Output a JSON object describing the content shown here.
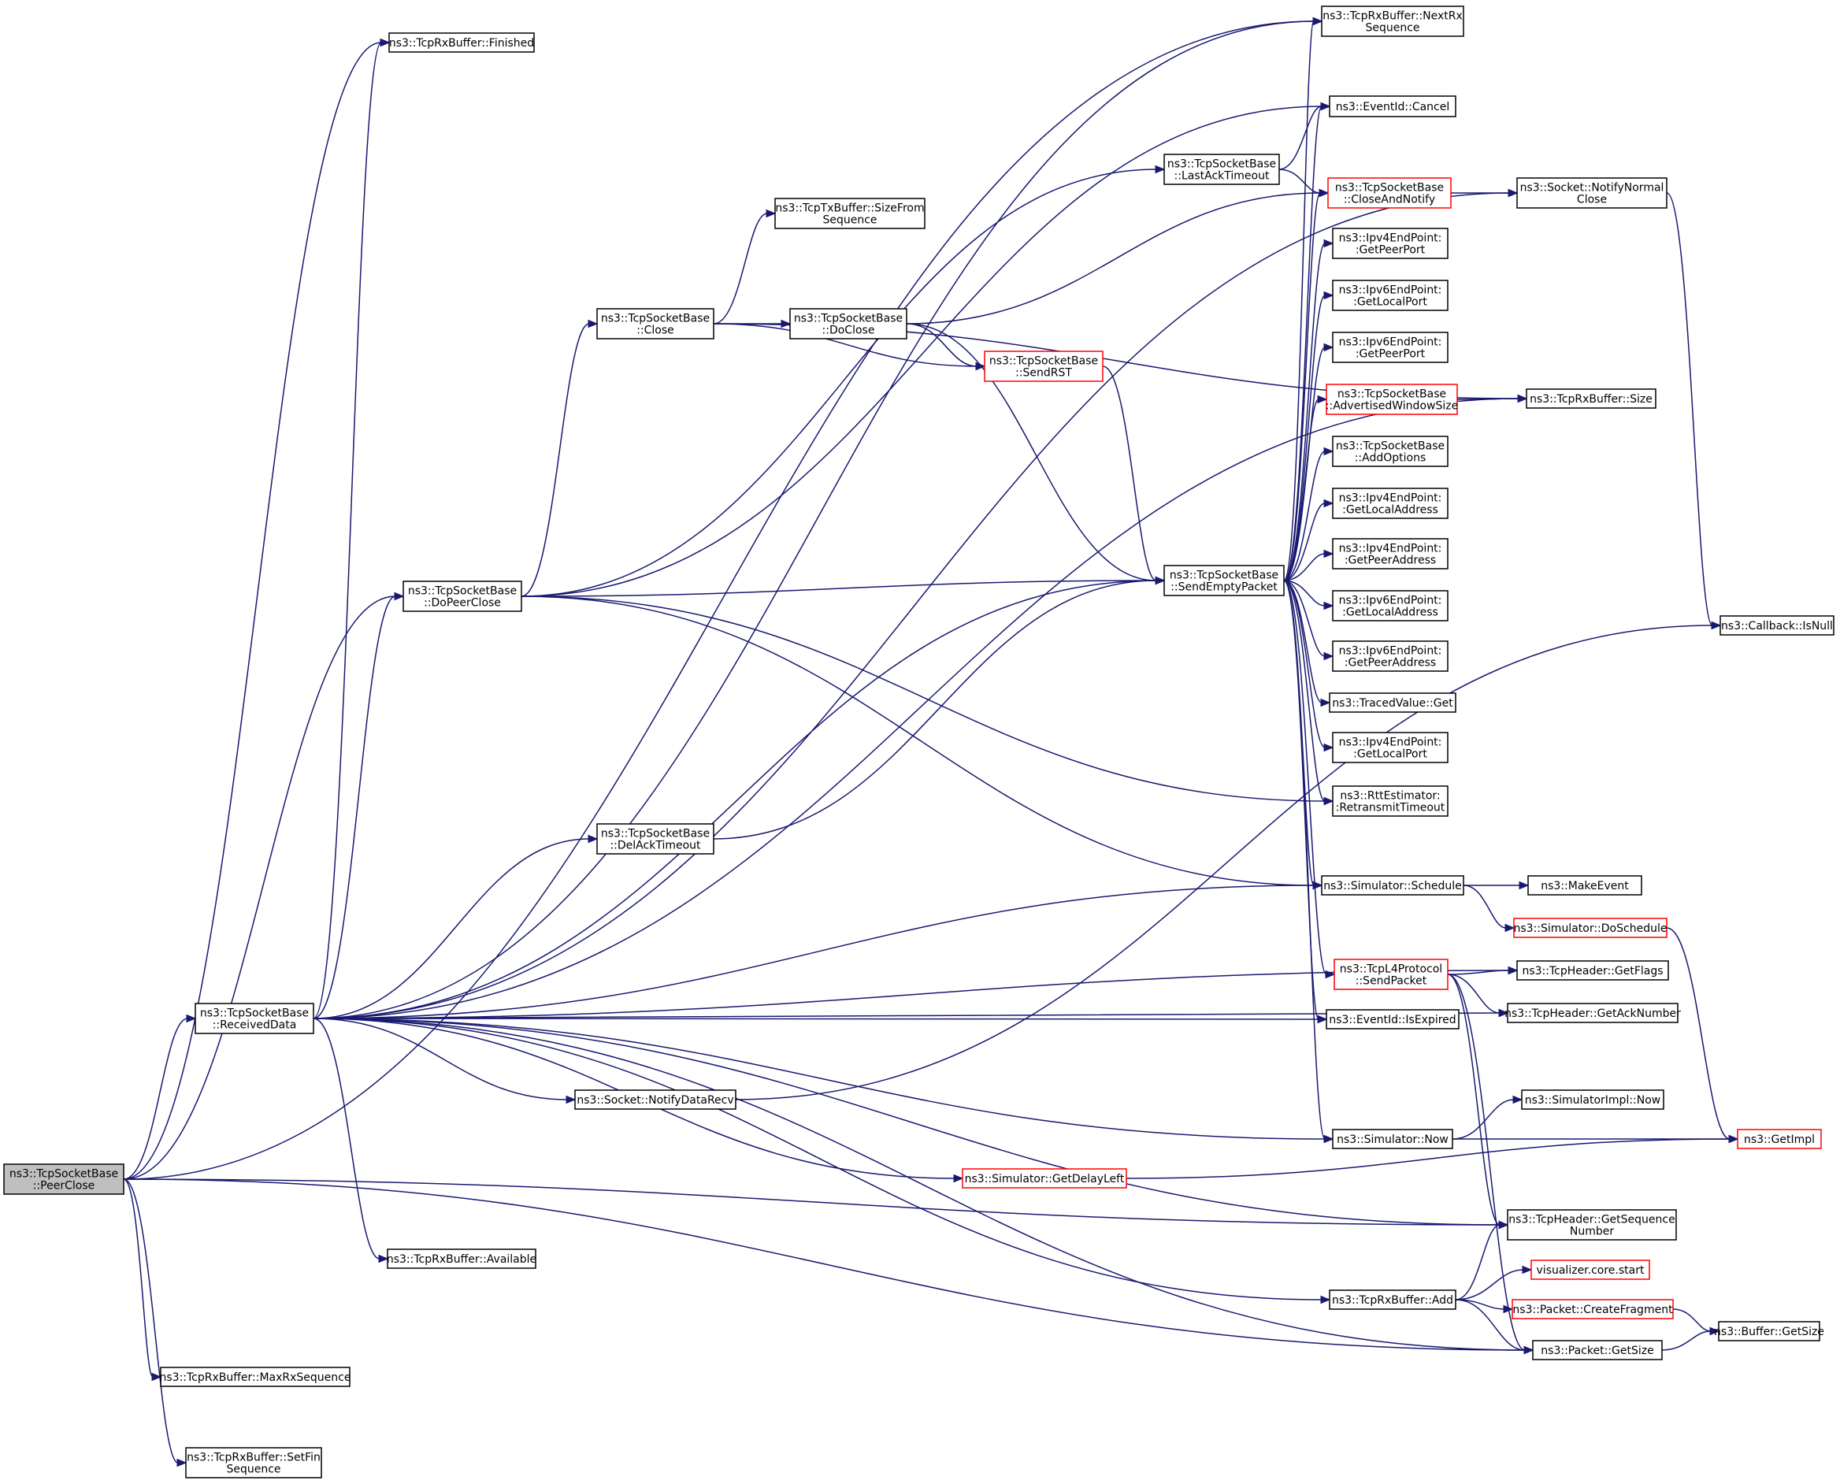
{
  "colors": {
    "edge": "#191970",
    "node_border": "#000000",
    "node_border_incomplete": "#ff0000",
    "root_fill": "#bfbfbf"
  },
  "nodes": [
    {
      "id": "peerclose",
      "lines": [
        "ns3::TcpSocketBase",
        "::PeerClose"
      ],
      "root": true
    },
    {
      "id": "rx_finished",
      "lines": [
        "ns3::TcpRxBuffer::Finished"
      ]
    },
    {
      "id": "nextrx",
      "lines": [
        "ns3::TcpRxBuffer::NextRx",
        "Sequence"
      ]
    },
    {
      "id": "cancel",
      "lines": [
        "ns3::EventId::Cancel"
      ]
    },
    {
      "id": "lastack",
      "lines": [
        "ns3::TcpSocketBase",
        "::LastAckTimeout"
      ]
    },
    {
      "id": "closenotify",
      "lines": [
        "ns3::TcpSocketBase",
        "::CloseAndNotify"
      ],
      "red": true
    },
    {
      "id": "notifynormal",
      "lines": [
        "ns3::Socket::NotifyNormal",
        "Close"
      ]
    },
    {
      "id": "sizefrom",
      "lines": [
        "ns3::TcpTxBuffer::SizeFrom",
        "Sequence"
      ]
    },
    {
      "id": "close",
      "lines": [
        "ns3::TcpSocketBase",
        "::Close"
      ]
    },
    {
      "id": "doclose",
      "lines": [
        "ns3::TcpSocketBase",
        "::DoClose"
      ]
    },
    {
      "id": "sendrst",
      "lines": [
        "ns3::TcpSocketBase",
        "::SendRST"
      ],
      "red": true
    },
    {
      "id": "ipv4_peerport",
      "lines": [
        "ns3::Ipv4EndPoint:",
        ":GetPeerPort"
      ]
    },
    {
      "id": "ipv6_localport",
      "lines": [
        "ns3::Ipv6EndPoint:",
        ":GetLocalPort"
      ]
    },
    {
      "id": "ipv6_peerport",
      "lines": [
        "ns3::Ipv6EndPoint:",
        ":GetPeerPort"
      ]
    },
    {
      "id": "advwin",
      "lines": [
        "ns3::TcpSocketBase",
        "::AdvertisedWindowSize"
      ],
      "red": true
    },
    {
      "id": "rx_size",
      "lines": [
        "ns3::TcpRxBuffer::Size"
      ]
    },
    {
      "id": "addoptions",
      "lines": [
        "ns3::TcpSocketBase",
        "::AddOptions"
      ]
    },
    {
      "id": "ipv4_localaddr",
      "lines": [
        "ns3::Ipv4EndPoint:",
        ":GetLocalAddress"
      ]
    },
    {
      "id": "ipv4_peeraddr",
      "lines": [
        "ns3::Ipv4EndPoint:",
        ":GetPeerAddress"
      ]
    },
    {
      "id": "sendempty",
      "lines": [
        "ns3::TcpSocketBase",
        "::SendEmptyPacket"
      ]
    },
    {
      "id": "dopeerclose",
      "lines": [
        "ns3::TcpSocketBase",
        "::DoPeerClose"
      ]
    },
    {
      "id": "ipv6_localaddr",
      "lines": [
        "ns3::Ipv6EndPoint:",
        ":GetLocalAddress"
      ]
    },
    {
      "id": "ipv6_peeraddr",
      "lines": [
        "ns3::Ipv6EndPoint:",
        ":GetPeerAddress"
      ]
    },
    {
      "id": "callback_isnull",
      "lines": [
        "ns3::Callback::IsNull"
      ]
    },
    {
      "id": "tracedget",
      "lines": [
        "ns3::TracedValue::Get"
      ]
    },
    {
      "id": "ipv4_localport",
      "lines": [
        "ns3::Ipv4EndPoint:",
        ":GetLocalPort"
      ]
    },
    {
      "id": "rtt",
      "lines": [
        "ns3::RttEstimator:",
        ":RetransmitTimeout"
      ]
    },
    {
      "id": "delack",
      "lines": [
        "ns3::TcpSocketBase",
        "::DelAckTimeout"
      ]
    },
    {
      "id": "schedule",
      "lines": [
        "ns3::Simulator::Schedule"
      ]
    },
    {
      "id": "makeevent",
      "lines": [
        "ns3::MakeEvent"
      ]
    },
    {
      "id": "doschedule",
      "lines": [
        "ns3::Simulator::DoSchedule"
      ],
      "red": true
    },
    {
      "id": "l4send",
      "lines": [
        "ns3::TcpL4Protocol",
        "::SendPacket"
      ],
      "red": true
    },
    {
      "id": "getflags",
      "lines": [
        "ns3::TcpHeader::GetFlags"
      ]
    },
    {
      "id": "receiveddata",
      "lines": [
        "ns3::TcpSocketBase",
        "::ReceivedData"
      ]
    },
    {
      "id": "isexpired",
      "lines": [
        "ns3::EventId::IsExpired"
      ]
    },
    {
      "id": "getacknum",
      "lines": [
        "ns3::TcpHeader::GetAckNumber"
      ]
    },
    {
      "id": "notifydata",
      "lines": [
        "ns3::Socket::NotifyDataRecv"
      ]
    },
    {
      "id": "simimplnow",
      "lines": [
        "ns3::SimulatorImpl::Now"
      ]
    },
    {
      "id": "simnow",
      "lines": [
        "ns3::Simulator::Now"
      ]
    },
    {
      "id": "getimpl",
      "lines": [
        "ns3::GetImpl"
      ],
      "red": true
    },
    {
      "id": "getdelay",
      "lines": [
        "ns3::Simulator::GetDelayLeft"
      ],
      "red": true
    },
    {
      "id": "getseq",
      "lines": [
        "ns3::TcpHeader::GetSequence",
        "Number"
      ]
    },
    {
      "id": "rx_available",
      "lines": [
        "ns3::TcpRxBuffer::Available"
      ]
    },
    {
      "id": "viz",
      "lines": [
        "visualizer.core.start"
      ],
      "red": true
    },
    {
      "id": "rx_add",
      "lines": [
        "ns3::TcpRxBuffer::Add"
      ]
    },
    {
      "id": "createfrag",
      "lines": [
        "ns3::Packet::CreateFragment"
      ],
      "red": true
    },
    {
      "id": "buf_getsize",
      "lines": [
        "ns3::Buffer::GetSize"
      ]
    },
    {
      "id": "pkt_getsize",
      "lines": [
        "ns3::Packet::GetSize"
      ]
    },
    {
      "id": "maxrx",
      "lines": [
        "ns3::TcpRxBuffer::MaxRxSequence"
      ]
    },
    {
      "id": "setfin",
      "lines": [
        "ns3::TcpRxBuffer::SetFin",
        "Sequence"
      ]
    }
  ],
  "edges": [
    [
      "peerclose",
      "nextrx"
    ],
    [
      "peerclose",
      "rx_finished"
    ],
    [
      "peerclose",
      "dopeerclose"
    ],
    [
      "peerclose",
      "receiveddata"
    ],
    [
      "peerclose",
      "maxrx"
    ],
    [
      "peerclose",
      "setfin"
    ],
    [
      "peerclose",
      "getseq"
    ],
    [
      "peerclose",
      "pkt_getsize"
    ],
    [
      "dopeerclose",
      "cancel"
    ],
    [
      "dopeerclose",
      "lastack"
    ],
    [
      "dopeerclose",
      "close"
    ],
    [
      "dopeerclose",
      "sendempty"
    ],
    [
      "dopeerclose",
      "rtt"
    ],
    [
      "dopeerclose",
      "schedule"
    ],
    [
      "lastack",
      "cancel"
    ],
    [
      "lastack",
      "closenotify"
    ],
    [
      "closenotify",
      "notifynormal"
    ],
    [
      "notifynormal",
      "callback_isnull"
    ],
    [
      "close",
      "sizefrom"
    ],
    [
      "close",
      "doclose"
    ],
    [
      "close",
      "sendrst"
    ],
    [
      "close",
      "rx_size"
    ],
    [
      "doclose",
      "closenotify"
    ],
    [
      "doclose",
      "sendrst"
    ],
    [
      "doclose",
      "sendempty"
    ],
    [
      "sendrst",
      "sendempty"
    ],
    [
      "sendempty",
      "nextrx"
    ],
    [
      "sendempty",
      "cancel"
    ],
    [
      "sendempty",
      "closenotify"
    ],
    [
      "sendempty",
      "ipv4_peerport"
    ],
    [
      "sendempty",
      "ipv6_localport"
    ],
    [
      "sendempty",
      "ipv6_peerport"
    ],
    [
      "sendempty",
      "advwin"
    ],
    [
      "sendempty",
      "addoptions"
    ],
    [
      "sendempty",
      "ipv4_localaddr"
    ],
    [
      "sendempty",
      "ipv4_peeraddr"
    ],
    [
      "sendempty",
      "ipv6_localaddr"
    ],
    [
      "sendempty",
      "ipv6_peeraddr"
    ],
    [
      "sendempty",
      "tracedget"
    ],
    [
      "sendempty",
      "ipv4_localport"
    ],
    [
      "sendempty",
      "rtt"
    ],
    [
      "sendempty",
      "schedule"
    ],
    [
      "sendempty",
      "l4send"
    ],
    [
      "sendempty",
      "isexpired"
    ],
    [
      "sendempty",
      "simnow"
    ],
    [
      "advwin",
      "rx_size"
    ],
    [
      "delack",
      "sendempty"
    ],
    [
      "schedule",
      "makeevent"
    ],
    [
      "schedule",
      "doschedule"
    ],
    [
      "doschedule",
      "getimpl"
    ],
    [
      "l4send",
      "getflags"
    ],
    [
      "l4send",
      "getacknum"
    ],
    [
      "l4send",
      "getseq"
    ],
    [
      "l4send",
      "pkt_getsize"
    ],
    [
      "receiveddata",
      "rx_finished"
    ],
    [
      "receiveddata",
      "nextrx"
    ],
    [
      "receiveddata",
      "notifynormal"
    ],
    [
      "receiveddata",
      "dopeerclose"
    ],
    [
      "receiveddata",
      "delack"
    ],
    [
      "receiveddata",
      "sendempty"
    ],
    [
      "receiveddata",
      "rx_size"
    ],
    [
      "receiveddata",
      "schedule"
    ],
    [
      "receiveddata",
      "getflags"
    ],
    [
      "receiveddata",
      "isexpired"
    ],
    [
      "receiveddata",
      "getacknum"
    ],
    [
      "receiveddata",
      "notifydata"
    ],
    [
      "receiveddata",
      "simnow"
    ],
    [
      "receiveddata",
      "getdelay"
    ],
    [
      "receiveddata",
      "getseq"
    ],
    [
      "receiveddata",
      "rx_available"
    ],
    [
      "receiveddata",
      "rx_add"
    ],
    [
      "receiveddata",
      "pkt_getsize"
    ],
    [
      "notifydata",
      "callback_isnull"
    ],
    [
      "simnow",
      "simimplnow"
    ],
    [
      "simnow",
      "getimpl"
    ],
    [
      "getdelay",
      "getimpl"
    ],
    [
      "rx_add",
      "getseq"
    ],
    [
      "rx_add",
      "viz"
    ],
    [
      "rx_add",
      "createfrag"
    ],
    [
      "rx_add",
      "pkt_getsize"
    ],
    [
      "createfrag",
      "buf_getsize"
    ],
    [
      "pkt_getsize",
      "buf_getsize"
    ]
  ]
}
